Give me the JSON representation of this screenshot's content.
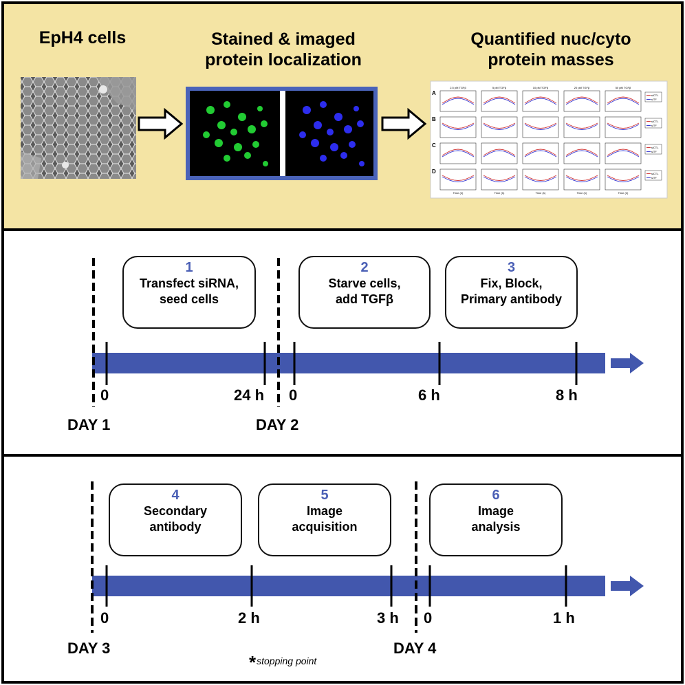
{
  "colors": {
    "top_panel_bg": "#f4e4a4",
    "timeline_bar": "#4257ad",
    "step_number": "#4a5fb5",
    "green_stain": "#22cc33",
    "blue_stain": "#2d2dee"
  },
  "top_panel": {
    "step1_title": "EpH4 cells",
    "step2_title_line1": "Stained & imaged",
    "step2_title_line2": "protein localization",
    "step3_title_line1": "Quantified nuc/cyto",
    "step3_title_line2": "protein masses",
    "plot_row_labels": [
      "A",
      "B",
      "C",
      "D"
    ],
    "plot_column_titles": [
      "2.5 pM TGFβ",
      "5 pM TGFβ",
      "10 pM TGFβ",
      "20 pM TGFβ",
      "50 pM TGFβ"
    ],
    "plot_x_label": "Time (h)",
    "plot_legend": [
      "siCTL",
      "siTF"
    ]
  },
  "timeline1": {
    "steps": [
      {
        "number": "1",
        "line1": "Transfect siRNA,",
        "line2": "seed cells"
      },
      {
        "number": "2",
        "line1": "Starve cells,",
        "line2": "add TGFβ"
      },
      {
        "number": "3",
        "line1": "Fix, Block,",
        "line2": "Primary antibody"
      }
    ],
    "ticks": [
      "0",
      "24 h",
      "0",
      "6 h",
      "8 h"
    ],
    "days": [
      "DAY 1",
      "DAY 2"
    ]
  },
  "timeline2": {
    "steps": [
      {
        "number": "4",
        "line1": "Secondary",
        "line2": "antibody"
      },
      {
        "number": "5",
        "line1": "Image",
        "line2": "acquisition"
      },
      {
        "number": "6",
        "line1": "Image",
        "line2": "analysis"
      }
    ],
    "ticks": [
      "0",
      "2 h",
      "3 h",
      "0",
      "1 h"
    ],
    "days": [
      "DAY 3",
      "DAY 4"
    ],
    "note_star": "*",
    "note_text": "stopping point"
  }
}
